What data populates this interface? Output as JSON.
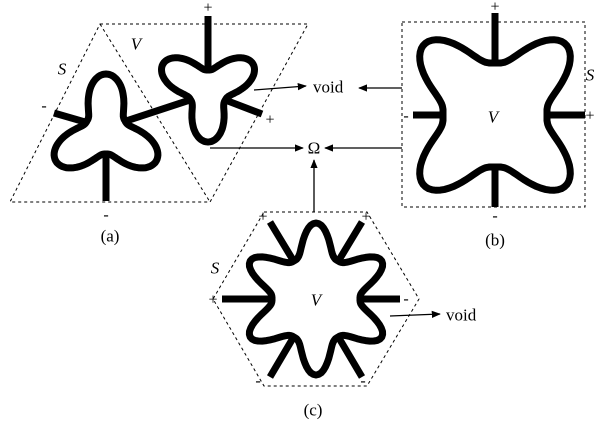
{
  "panel_a": {
    "caption": "(a)",
    "surroundings_label": "S",
    "cell_label": "V",
    "sign_top": "+",
    "sign_right": "+",
    "sign_left": "-",
    "sign_bottom": "-"
  },
  "panel_b": {
    "caption": "(b)",
    "surroundings_label": "S",
    "cell_label": "V",
    "sign_top": "+",
    "sign_right": "+",
    "sign_left": "-",
    "sign_bottom": "-"
  },
  "panel_c": {
    "caption": "(c)",
    "surroundings_label": "S",
    "cell_label": "V",
    "sign_top_left": "+",
    "sign_top_right": "+",
    "sign_left": "+",
    "sign_right": "-",
    "sign_bottom_left": "-",
    "sign_bottom_right": "-"
  },
  "outputs": {
    "void_upper": "void",
    "omega": "Ω",
    "void_lower": "void"
  }
}
